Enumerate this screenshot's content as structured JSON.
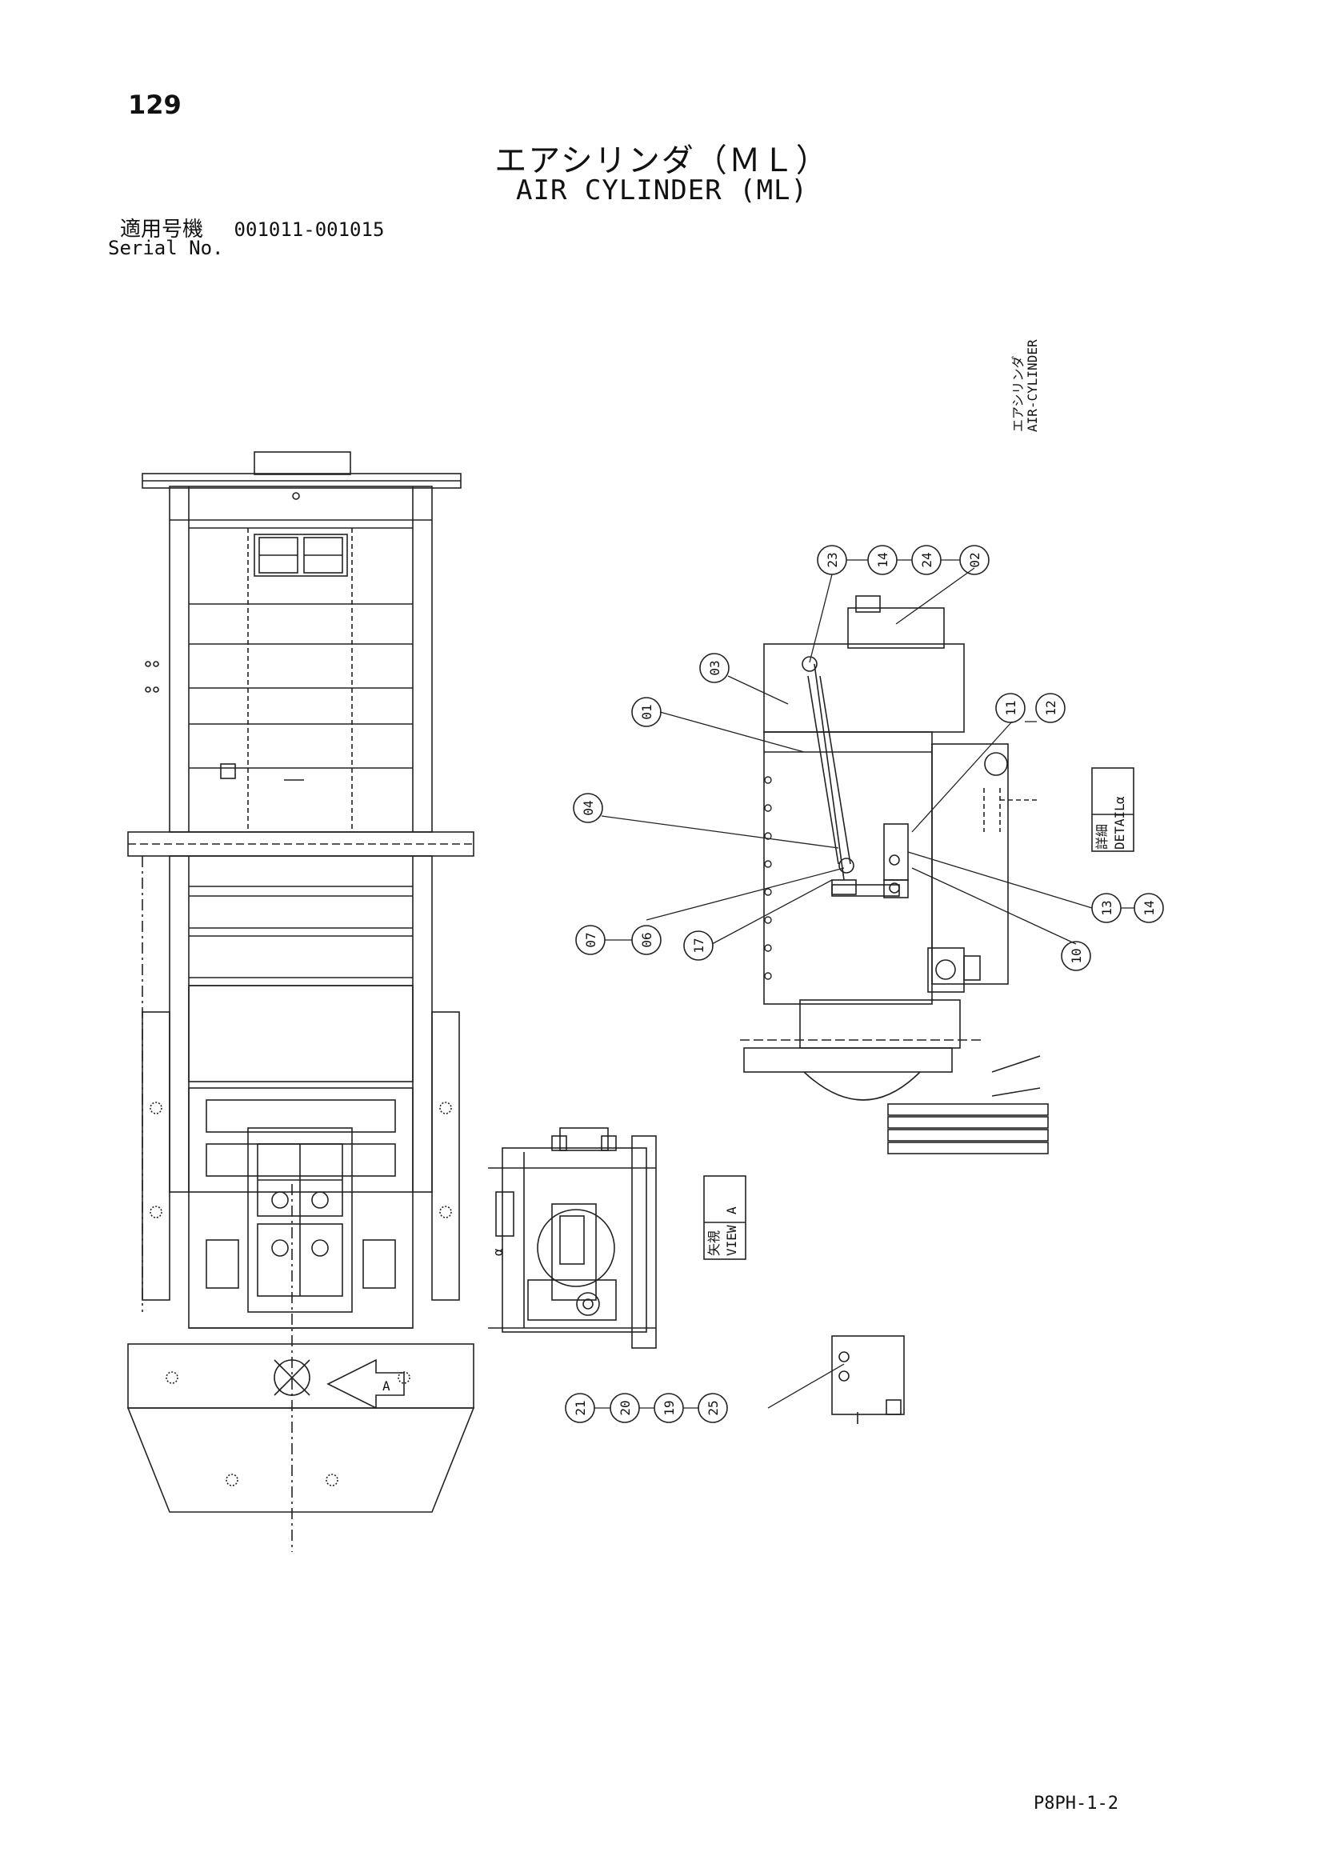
{
  "header": {
    "page_number": "129",
    "title_jp": "エアシリンダ（ＭＬ）",
    "title_en": "AIR CYLINDER (ML)",
    "serial_label_jp": "適用号機",
    "serial_value": "001011-001015",
    "serial_label_en": "Serial No."
  },
  "annotations": {
    "air_cylinder_jp": "エアシリンダ",
    "air_cylinder_en": "AIR-CYLINDER",
    "detail_jp": "詳細",
    "detail_en": "DETAIL",
    "detail_letter": "α",
    "view_jp": "矢視",
    "view_en": "VIEW",
    "view_letter": "A",
    "arrow_letter": "A"
  },
  "callouts": {
    "c23": "23",
    "c14a": "14",
    "c24": "24",
    "c02": "02",
    "c03": "03",
    "c01": "01",
    "c11": "11",
    "c12": "12",
    "c04": "04",
    "c13": "13",
    "c14b": "14",
    "c10": "10",
    "c07": "07",
    "c06": "06",
    "c17": "17",
    "c21": "21",
    "c20": "20",
    "c19": "19",
    "c25": "25"
  },
  "footer": {
    "drawing_code": "P8PH-1-2"
  }
}
